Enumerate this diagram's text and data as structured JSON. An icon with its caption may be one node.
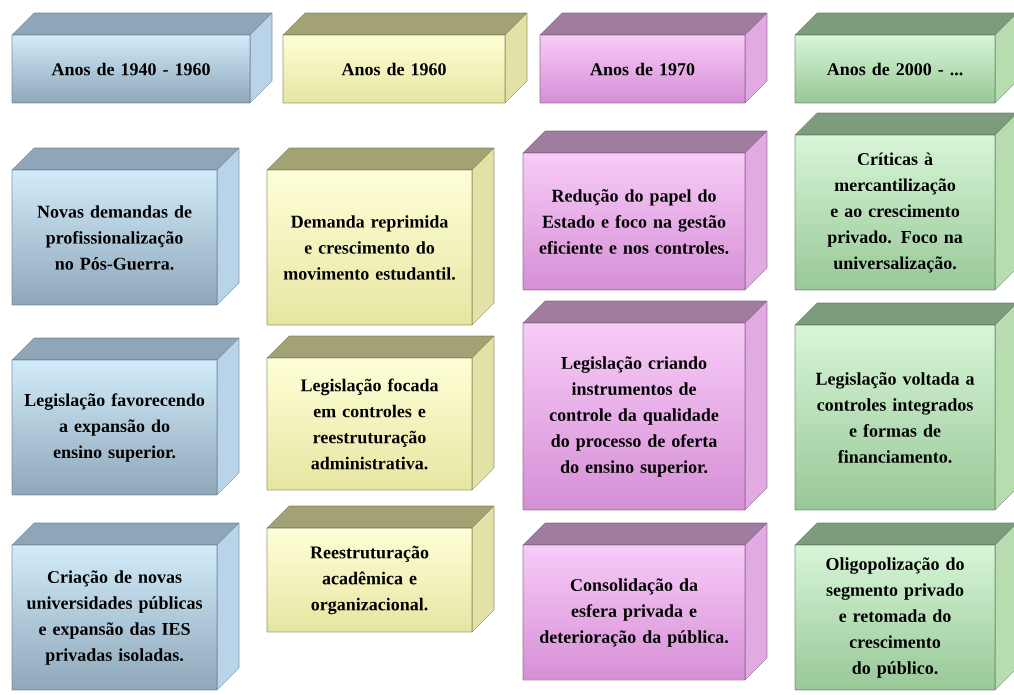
{
  "diagram": {
    "nodes": [
      {
        "text": [
          "Anos de 1940 - 1960"
        ]
      },
      {
        "text": [
          "Novas demandas de profissionalização no Pós-Guerra."
        ]
      },
      {
        "text": [
          "Legislação favorecendo a expansão do ensino superior."
        ]
      },
      {
        "text": [
          "Criação de novas universidades públicas e expansão das IES privadas isoladas."
        ]
      },
      {
        "text": [
          "Anos de 1960"
        ]
      },
      {
        "text": [
          "Demanda reprimida e crescimento do movimento estudantil."
        ]
      },
      {
        "text": [
          "Legislação focada em controles e reestruturação administrativa."
        ]
      },
      {
        "text": [
          "Reestruturação acadêmica e organizacional."
        ]
      },
      {
        "text": [
          "Anos de 1970"
        ]
      },
      {
        "text": [
          "Redução do papel do Estado e foco na gestão eficiente e nos controles."
        ]
      },
      {
        "text": [
          "Legislação criando instrumentos de controle da qualidade do processo de oferta do ensino superior."
        ]
      },
      {
        "text": [
          "Consolidação da esfera privada e deterioração da pública."
        ]
      },
      {
        "text": [
          "Anos de 2000 - ..."
        ]
      },
      {
        "text": [
          "Críticas à mercantilização e ao crescimento privado. Foco na universalização."
        ]
      },
      {
        "text": [
          "Legislação voltada a controles integrados e formas de financiamento."
        ]
      },
      {
        "text": [
          "Oligopolização do segmento privado e retomada do crescimento do público."
        ]
      }
    ]
  }
}
